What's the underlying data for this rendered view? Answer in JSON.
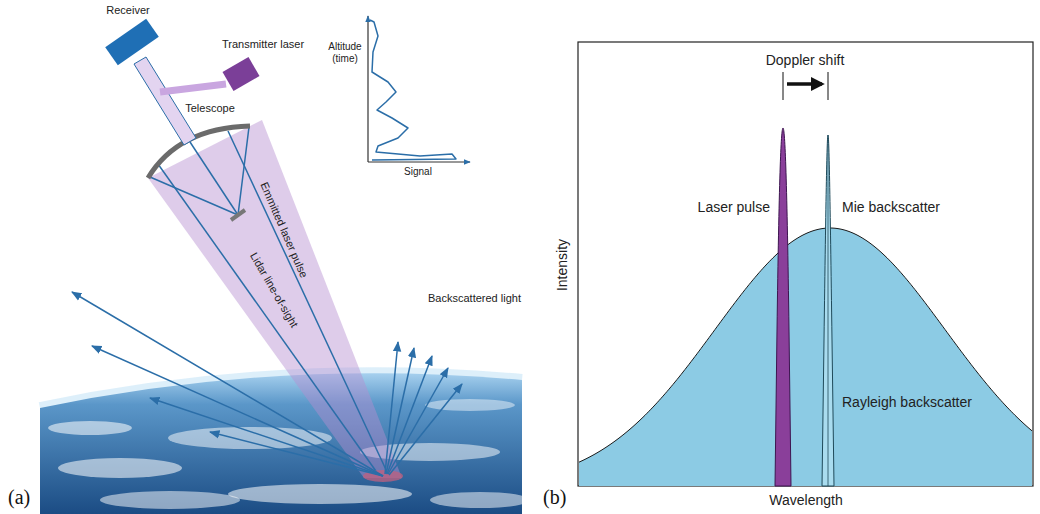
{
  "diagram": {
    "labels": [
      "Receiver",
      "Transmitter laser",
      "Telescope",
      "Altitude (time)",
      "Signal",
      "Emmitted laser pulse",
      "Lidar line-of-sight",
      "Backscattered light",
      "(a)",
      "Doppler shift",
      "Laser pulse",
      "Mie backscatter",
      "Intensity",
      "Rayleigh backscatter",
      "Wavelength",
      "(b)"
    ]
  }
}
